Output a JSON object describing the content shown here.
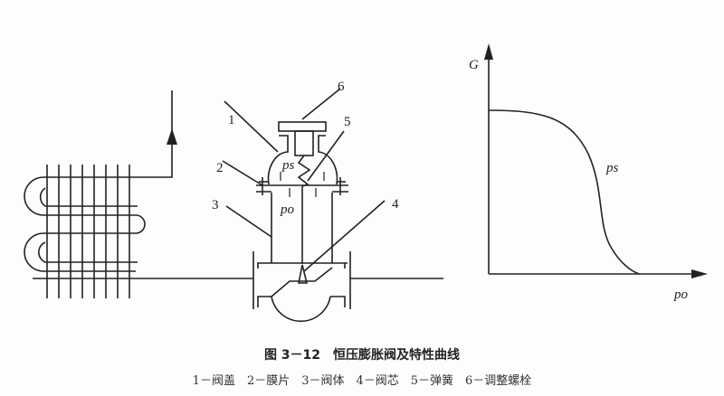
{
  "figure": {
    "title": "图 3－12　恒压膨胀阀及特性曲线",
    "legend": "1－阀盖　2－膜片　3－阀体　4－阀芯　5－弹簧　6－调整螺栓"
  },
  "valve_labels": {
    "l1": "1",
    "l2": "2",
    "l3": "3",
    "l4": "4",
    "l5": "5",
    "l6": "6",
    "ps": "ps",
    "po": "po"
  },
  "chart_labels": {
    "y_axis": "G",
    "curve": "ps",
    "x_axis": "po"
  }
}
